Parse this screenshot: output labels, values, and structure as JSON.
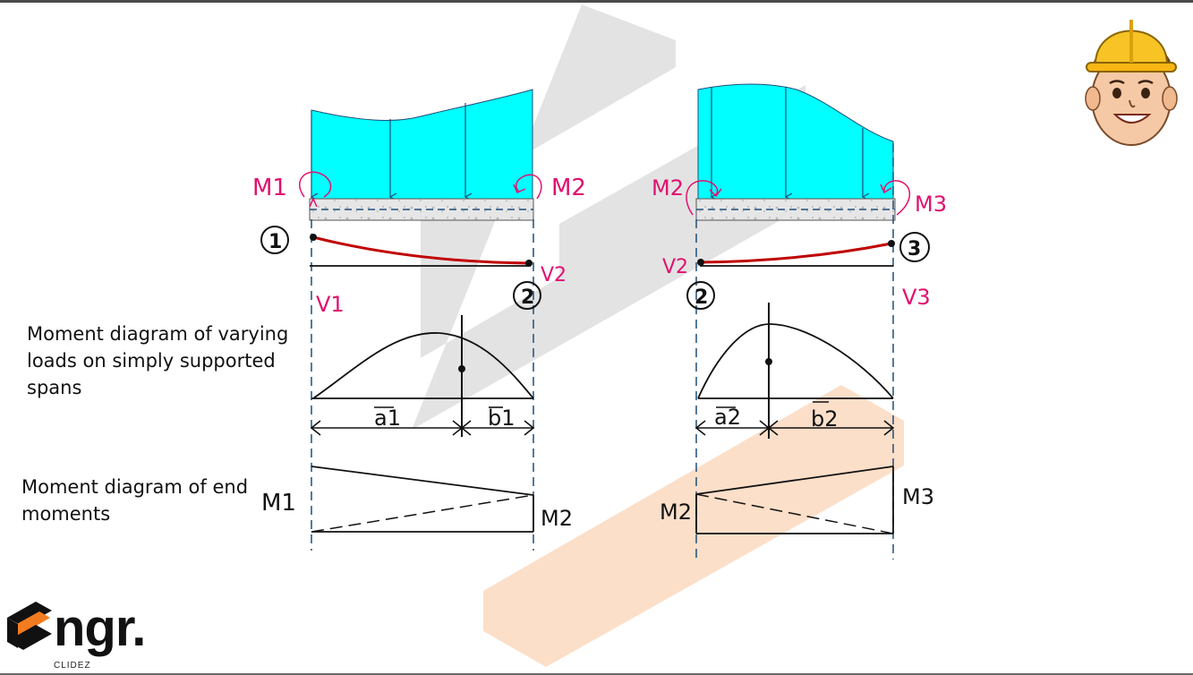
{
  "captions": {
    "varying_loads": "Moment diagram of varying loads on simply supported spans",
    "end_moments": "Moment diagram of end moments"
  },
  "span_left": {
    "moment_left": "M1",
    "moment_right": "M2",
    "node_left": "1",
    "node_right": "2",
    "shear_left": "V1",
    "shear_right": "V2",
    "dim_a": "a1",
    "dim_b": "b1",
    "end_moment_left": "M1",
    "end_moment_right": "M2"
  },
  "span_right": {
    "moment_left": "M2",
    "moment_right": "M3",
    "node_left": "2",
    "node_right": "3",
    "shear_left": "V2",
    "shear_right": "V3",
    "dim_a": "a2",
    "dim_b": "b2",
    "end_moment_left": "M2",
    "end_moment_right": "M3"
  },
  "logo": {
    "text": "ngr.",
    "subtext": "CLIDEZ"
  },
  "colors": {
    "load_fill": "#00ffff",
    "moment_label": "#e0116f",
    "deflection": "#c00000",
    "guide_line": "#1f4e79"
  }
}
